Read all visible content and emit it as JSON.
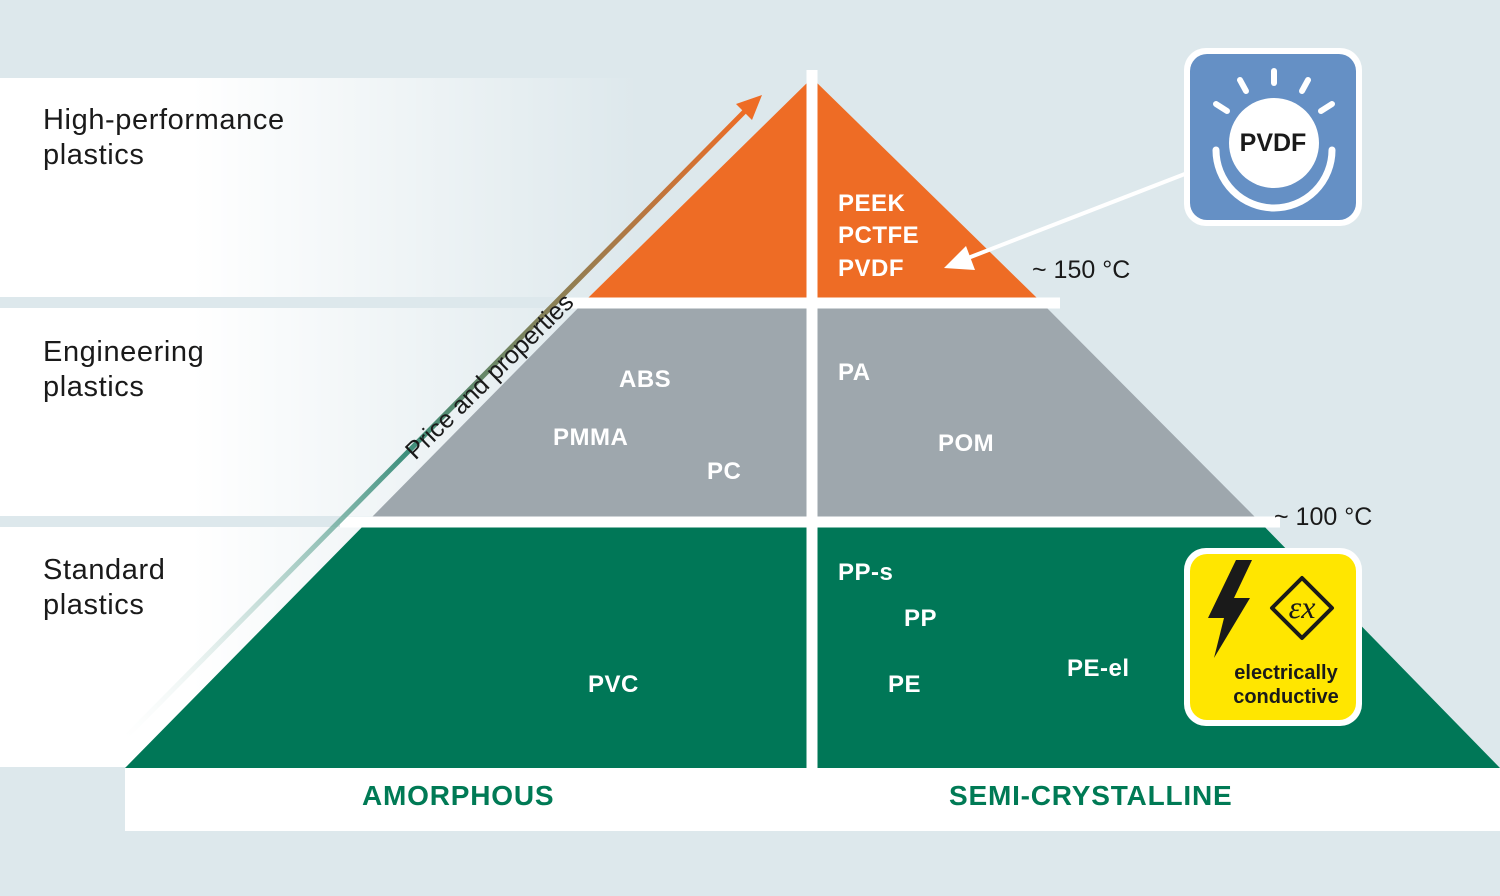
{
  "tiers": [
    {
      "label_line1": "High-performance",
      "label_line2": "plastics",
      "amorphous": [],
      "semi_crystalline": [
        "PEEK",
        "PCTFE",
        "PVDF"
      ],
      "temperature": "~ 150 °C"
    },
    {
      "label_line1": "Engineering",
      "label_line2": "plastics",
      "amorphous": [
        "ABS",
        "PMMA",
        "PC"
      ],
      "semi_crystalline": [
        "PA",
        "POM"
      ],
      "temperature": "~ 100 °C"
    },
    {
      "label_line1": "Standard",
      "label_line2": "plastics",
      "amorphous": [
        "PVC"
      ],
      "semi_crystalline": [
        "PP-s",
        "PP",
        "PE",
        "PE-el"
      ]
    }
  ],
  "axis": {
    "arrow_label": "Price and properties",
    "left_column": "AMORPHOUS",
    "right_column": "SEMI-CRYSTALLINE"
  },
  "badges": {
    "pvdf": {
      "text": "PVDF",
      "icon": "sun-icon"
    },
    "ex": {
      "icon": "ex-lightning-icon",
      "line1": "electrically",
      "line2": "conductive"
    }
  },
  "colors": {
    "high_performance": "#ee6c25",
    "engineering": "#9ea7ad",
    "standard": "#007757",
    "accent_text": "#007a55",
    "badge_blue": "#6590c5",
    "badge_yellow": "#ffe600"
  }
}
